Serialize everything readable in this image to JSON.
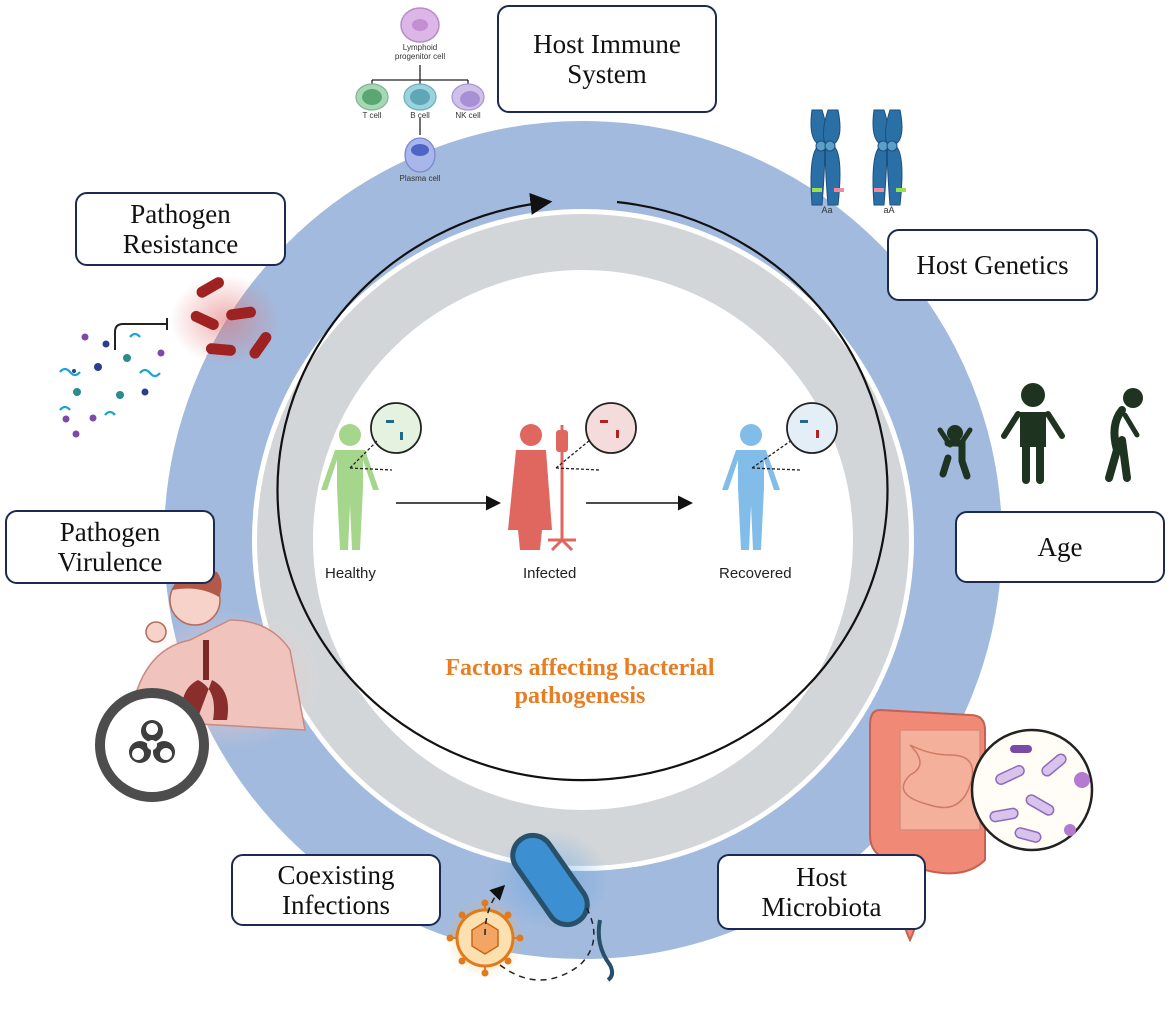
{
  "title": "Factors affecting bacterial pathogenesis",
  "colors": {
    "outer_ring": "#a2bade",
    "inner_ring": "#d3d6d9",
    "title": "#e87e24",
    "box_border": "#1c2a52",
    "healthy": "#a6d58c",
    "infected": "#e0675f",
    "recovered": "#82bdea",
    "age_figures": "#1e3320"
  },
  "factors": [
    {
      "id": "host-immune-system",
      "label": "Host Immune\nSystem"
    },
    {
      "id": "host-genetics",
      "label": "Host Genetics"
    },
    {
      "id": "age",
      "label": "Age"
    },
    {
      "id": "host-microbiota",
      "label": "Host\nMicrobiota"
    },
    {
      "id": "coexisting-infections",
      "label": "Coexisting\nInfections"
    },
    {
      "id": "pathogen-virulence",
      "label": "Pathogen\nVirulence"
    },
    {
      "id": "pathogen-resistance",
      "label": "Pathogen\nResistance"
    }
  ],
  "immune_diagram": {
    "progenitor": "Lymphoid\nprogenitor cell",
    "cells": [
      "T cell",
      "B cell",
      "NK cell"
    ],
    "plasma": "Plasma cell"
  },
  "genetics": {
    "alleles": [
      "Aa",
      "aA"
    ]
  },
  "stages": [
    {
      "label": "Healthy"
    },
    {
      "label": "Infected"
    },
    {
      "label": "Recovered"
    }
  ]
}
